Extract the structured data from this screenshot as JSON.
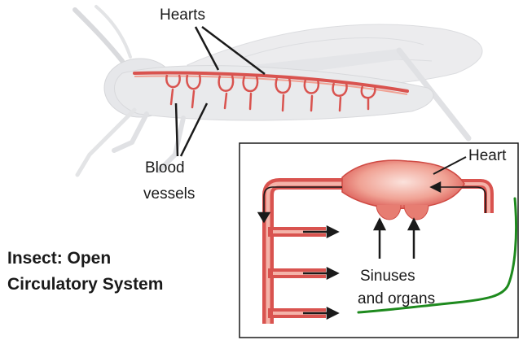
{
  "labels": {
    "hearts": "Hearts",
    "blood_vessels_line1": "Blood",
    "blood_vessels_line2": "vessels",
    "title_line1": "Insect: Open",
    "title_line2": "Circulatory System",
    "inset_heart": "Heart",
    "sinuses_line1": "Sinuses",
    "sinuses_line2": "and organs"
  },
  "colors": {
    "vessel": "#d9534f",
    "vessel_light": "#f2a59c",
    "insect_body": "#e9eaec",
    "pen_annotation": "#1e8a1e"
  }
}
